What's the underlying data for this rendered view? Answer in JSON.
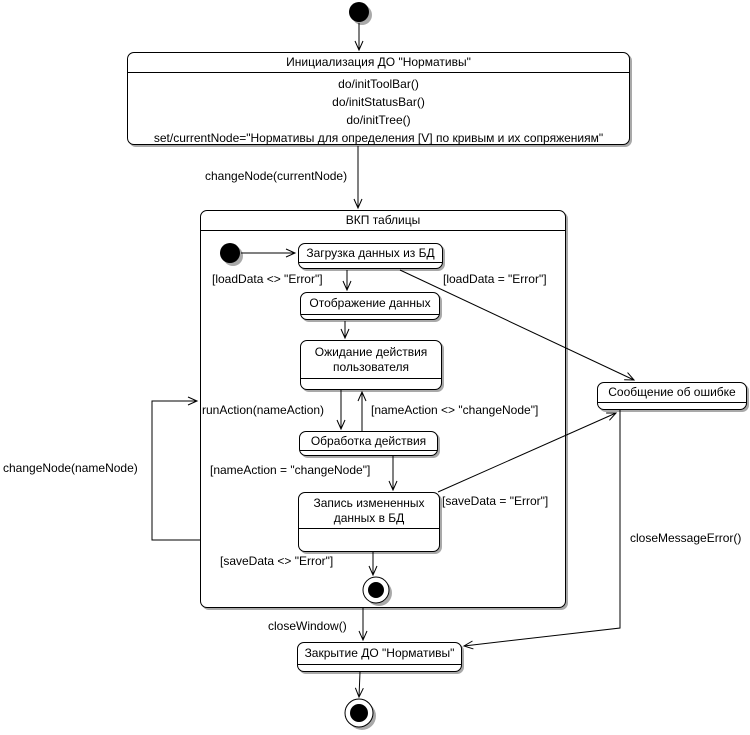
{
  "colors": {
    "line": "#000000",
    "fill": "#ffffff",
    "shadow": "#a9a9a9",
    "background": "#ffffff"
  },
  "states": {
    "init": {
      "title": "Инициализация ДО \"Нормативы\"",
      "actions": [
        "do/initToolBar()",
        "do/initStatusBar()",
        "do/initTree()",
        "set/currentNode=\"Нормативы для определения [V] по кривым и их сопряжениям\""
      ]
    },
    "vkp": {
      "title": "ВКП таблицы"
    },
    "load": {
      "title": "Загрузка данных из БД"
    },
    "display": {
      "title": "Отображение данных"
    },
    "wait": {
      "title": "Ожидание действия пользователя"
    },
    "process": {
      "title": "Обработка действия"
    },
    "save": {
      "title": "Запись измененных данных в БД"
    },
    "error": {
      "title": "Сообщение об ошибке"
    },
    "close": {
      "title": "Закрытие ДО \"Нормативы\""
    }
  },
  "transitions": {
    "change_node_current": "changeNode(currentNode)",
    "load_ok": "[loadData <> \"Error\"]",
    "load_error": "[loadData = \"Error\"]",
    "run_action": "runAction(nameAction)",
    "name_action_ne": "[nameAction <> \"changeNode\"]",
    "name_action_eq": "[nameAction = \"changeNode\"]",
    "save_error": "[saveData = \"Error\"]",
    "save_ok": "[saveData <> \"Error\"]",
    "change_node_name": "changeNode(nameNode)",
    "close_window": "closeWindow()",
    "close_message_error": "closeMessageError()"
  }
}
